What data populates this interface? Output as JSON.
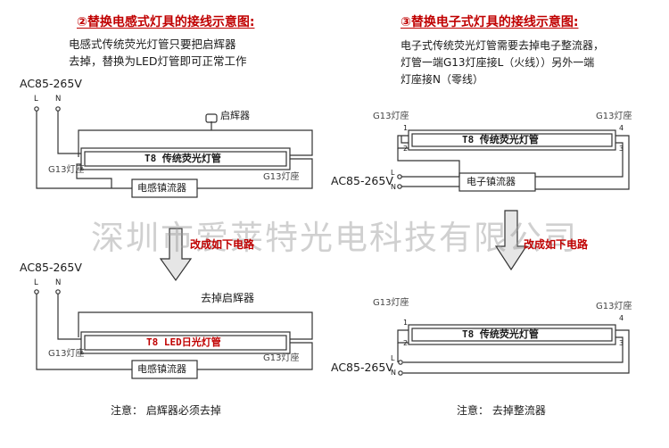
{
  "left": {
    "heading": "②替换电感式灯具的接线示意图:",
    "desc_line1": "电感式传统荧光灯管只要把启辉器",
    "desc_line2": "去掉，替换为LED灯管即可正常工作",
    "voltage_top": "AC85-265V",
    "l_label": "L",
    "n_label": "N",
    "starter_label": "启辉器",
    "tube_top_label": "T8  传统荧光灯管",
    "g13_left": "G13灯座",
    "g13_right": "G13灯座",
    "ballast_top": "电感镇流器",
    "change_note": "改成如下电路",
    "voltage_bottom": "AC85-265V",
    "l_label2": "L",
    "n_label2": "N",
    "remove_starter": "去掉启辉器",
    "tube_bottom_label": "T8  LED日光灯管",
    "g13_left2": "G13灯座",
    "g13_right2": "G13灯座",
    "ballast_bottom": "电感镇流器",
    "note": "注意：  启辉器必须去掉"
  },
  "right": {
    "heading": "③替换电子式灯具的接线示意图:",
    "desc_line1": "电子式传统荧光灯管需要去掉电子整流器，",
    "desc_line2": "灯管一端G13灯座接L（火线））另外一端",
    "desc_line3": "灯座接N（零线）",
    "g13_left": "G13灯座",
    "g13_right": "G13灯座",
    "pin1": "1",
    "pin2": "2",
    "pin3": "3",
    "pin4": "4",
    "tube_top_label": "T8  传统荧光灯管",
    "voltage_top": "AC85-265V",
    "l_label": "L",
    "n_label": "N",
    "ballast": "电子镇流器",
    "change_note": "改成如下电路",
    "g13_left2": "G13灯座",
    "g13_right2": "G13灯座",
    "pin1b": "1",
    "pin2b": "2",
    "pin3b": "3",
    "pin4b": "4",
    "tube_bottom_label": "T8  传统荧光灯管",
    "voltage_bottom": "AC85-265V",
    "l_label2": "L",
    "n_label2": "N",
    "note": "注意：  去掉整流器"
  },
  "watermark": "深圳市爱莱特光电科技有限公司",
  "colors": {
    "accent_red": "#c00000",
    "line": "#333333",
    "arrow_fill": "#e6e6e6"
  }
}
